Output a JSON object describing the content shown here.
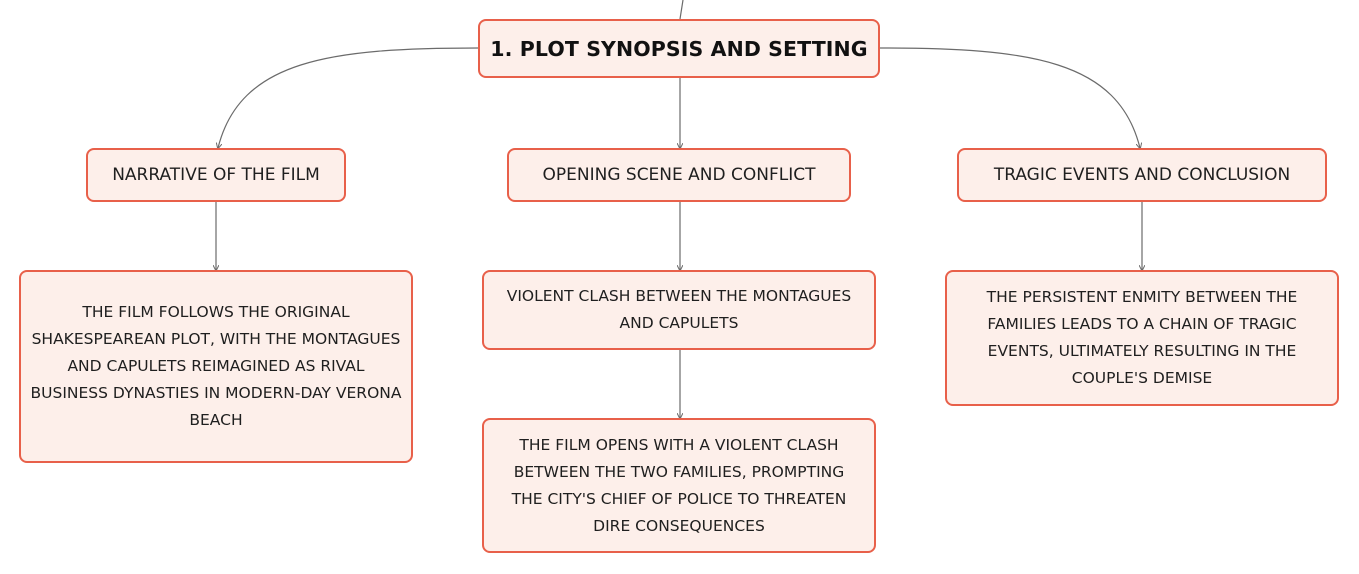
{
  "root": {
    "label": "1. PLOT SYNOPSIS AND SETTING"
  },
  "subtopics": [
    {
      "label": "NARRATIVE OF THE FILM",
      "details": [
        "THE FILM FOLLOWS THE ORIGINAL SHAKESPEAREAN PLOT, WITH THE MONTAGUES AND CAPULETS REIMAGINED AS RIVAL BUSINESS DYNASTIES IN MODERN-DAY VERONA BEACH"
      ]
    },
    {
      "label": "OPENING SCENE AND CONFLICT",
      "details": [
        "VIOLENT CLASH BETWEEN THE MONTAGUES AND CAPULETS",
        "THE FILM OPENS WITH A VIOLENT CLASH BETWEEN THE TWO FAMILIES, PROMPTING THE CITY'S CHIEF OF POLICE TO THREATEN DIRE CONSEQUENCES"
      ]
    },
    {
      "label": "TRAGIC EVENTS AND CONCLUSION",
      "details": [
        "THE PERSISTENT ENMITY BETWEEN THE FAMILIES LEADS TO A CHAIN OF TRAGIC EVENTS, ULTIMATELY RESULTING IN THE COUPLE'S DEMISE"
      ]
    }
  ],
  "colors": {
    "node_border": "#e8604a",
    "node_fill": "#fdefea",
    "connector": "#6b6b6b"
  }
}
